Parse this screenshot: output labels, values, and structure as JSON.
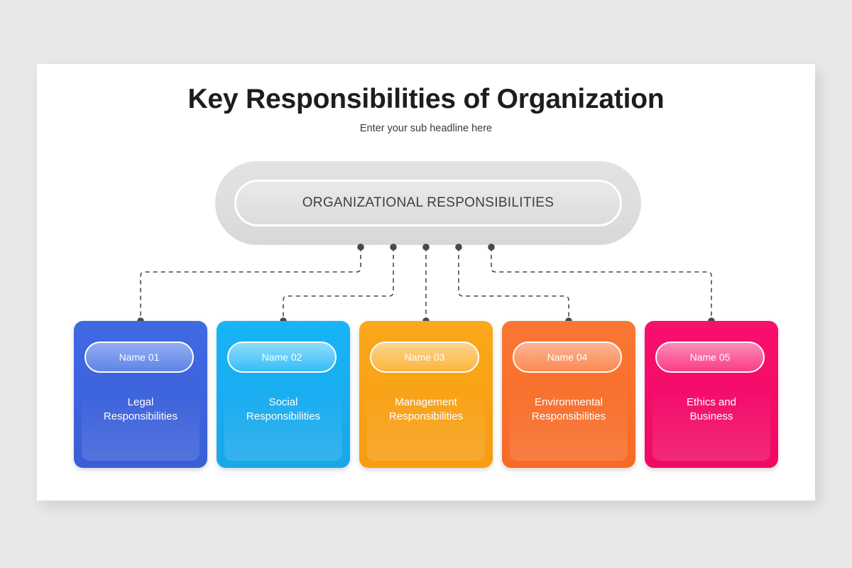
{
  "slide": {
    "title": "Key Responsibilities of Organization",
    "subtitle": "Enter your sub headline here",
    "background_color": "#e8e8e8",
    "panel_color": "#ffffff"
  },
  "root_node": {
    "label": "ORGANIZATIONAL RESPONSIBILITIES",
    "fill_color": "#dedede",
    "text_color": "#3f3f3f"
  },
  "connectors": {
    "line_color": "#4a4a4a",
    "style": "dashed",
    "dot_color": "#4a4a4a",
    "dot_count": 5
  },
  "cards": [
    {
      "badge": "Name 01",
      "title_line1": "Legal",
      "title_line2": "Responsibilities",
      "color_top": "#4069e4",
      "color_bottom": "#3a5ed6",
      "badge_top": "#93aef0",
      "badge_bottom": "#5e84e8"
    },
    {
      "badge": "Name 02",
      "title_line1": "Social",
      "title_line2": "Responsibilities",
      "color_top": "#18b4f7",
      "color_bottom": "#19a7ea",
      "badge_top": "#8fdcfc",
      "badge_bottom": "#35bdf8"
    },
    {
      "badge": "Name 03",
      "title_line1": "Management",
      "title_line2": "Responsibilities",
      "color_top": "#fba81a",
      "color_bottom": "#f79c13",
      "badge_top": "#fdd48f",
      "badge_bottom": "#fbb53c"
    },
    {
      "badge": "Name 04",
      "title_line1": "Environmental",
      "title_line2": "Responsibilities",
      "color_top": "#fb7734",
      "color_bottom": "#f76a26",
      "badge_top": "#fdb495",
      "badge_bottom": "#fb8a52"
    },
    {
      "badge": "Name 05",
      "title_line1": "Ethics and",
      "title_line2": "Business",
      "color_top": "#f90f6e",
      "color_bottom": "#ef0a66",
      "badge_top": "#fc8cb9",
      "badge_bottom": "#fa3c88"
    }
  ]
}
